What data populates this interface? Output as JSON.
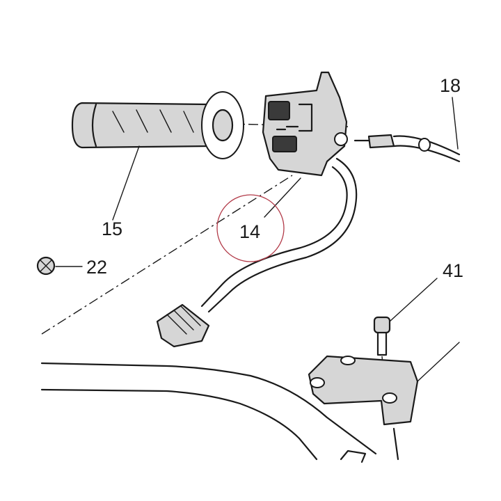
{
  "diagram": {
    "parts": [
      {
        "id": "15",
        "label": "15"
      },
      {
        "id": "14",
        "label": "14"
      },
      {
        "id": "18",
        "label": "18"
      },
      {
        "id": "22",
        "label": "22"
      },
      {
        "id": "41",
        "label": "41"
      }
    ],
    "colors": {
      "line": "#1a1a1a",
      "part_fill": "#d6d6d6",
      "highlight_circle": "#b23a48"
    },
    "highlighted_part": "14"
  }
}
